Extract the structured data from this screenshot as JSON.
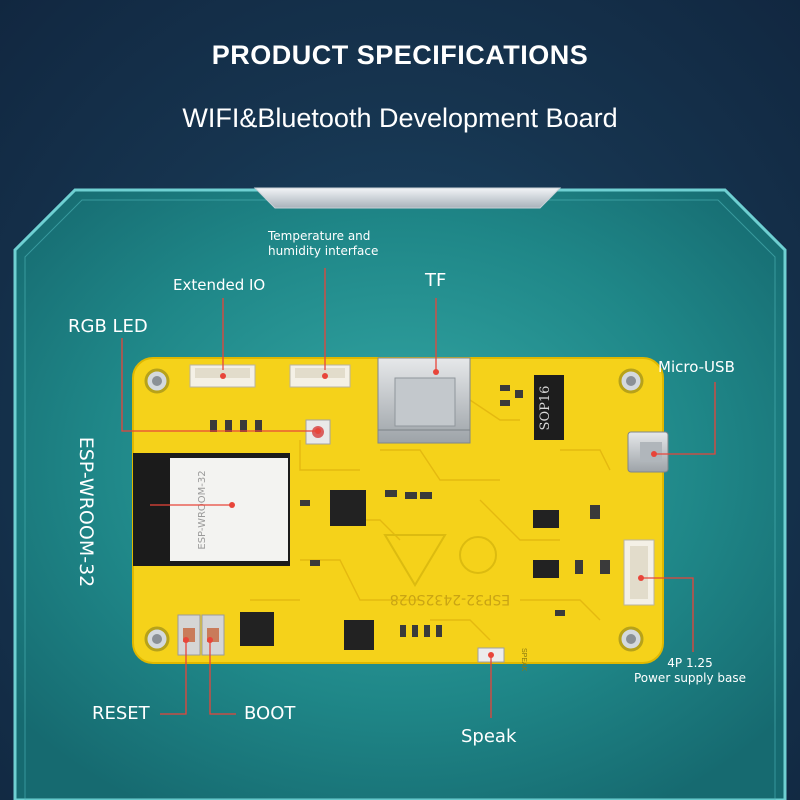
{
  "header": {
    "title": "PRODUCT SPECIFICATIONS",
    "subtitle": "WIFI&Bluetooth Development Board"
  },
  "callouts": {
    "temp_humidity_line1": "Temperature and",
    "temp_humidity_line2": "humidity interface",
    "extended_io": "Extended IO",
    "tf": "TF",
    "rgb_led": "RGB LED",
    "micro_usb": "Micro-USB",
    "esp_module_side": "ESP-WROOM-32",
    "power_line1": "4P 1.25",
    "power_line2": "Power supply base",
    "reset": "RESET",
    "boot": "BOOT",
    "speak": "Speak"
  },
  "board_silkscreen": {
    "module_label": "ESP-WROOM-32",
    "chip_label": "SOP16",
    "board_id": "ESP32-2432S028",
    "speak_pad": "SPEAK"
  },
  "colors": {
    "background": "#16344f",
    "frame_teal": "#1f8a8a",
    "frame_border": "#5fc0c4",
    "pcb_yellow": "#f5d21a",
    "callout_line": "#e8453a"
  }
}
